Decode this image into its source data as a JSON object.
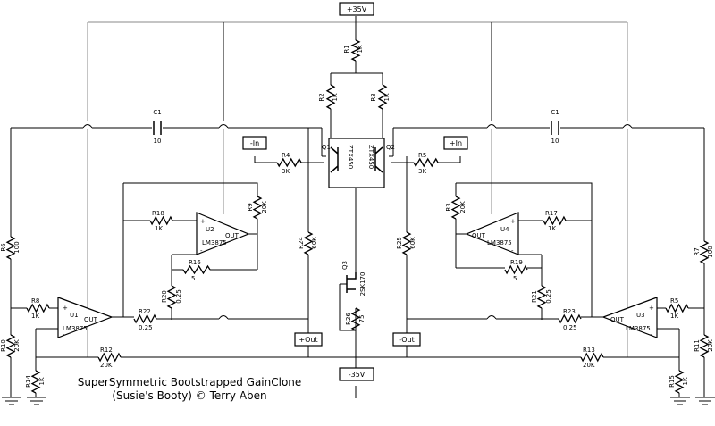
{
  "title": "SuperSymmetric Bootstrapped GainClone",
  "subtitle": "(Susie's Booty) © Terry Aben",
  "rails": {
    "positive": "+35V",
    "negative": "-35V"
  },
  "ports": {
    "in_neg": "-In",
    "in_pos": "+In",
    "out_pos": "+Out",
    "out_neg": "-Out"
  },
  "transistors": {
    "q1": {
      "ref": "Q1",
      "part": "ZTX450"
    },
    "q2": {
      "ref": "Q2",
      "part": "ZTX450"
    },
    "q3": {
      "ref": "Q3",
      "part": "2SK170"
    }
  },
  "opamps": {
    "u1": {
      "ref": "U1",
      "part": "LM3875"
    },
    "u2": {
      "ref": "U2",
      "part": "LM3875"
    },
    "u3": {
      "ref": "U3",
      "part": "LM3875"
    },
    "u4": {
      "ref": "U4",
      "part": "LM3875"
    },
    "out": "OUT",
    "plus": "+",
    "minus": "-"
  },
  "capacitors": [
    {
      "ref": "C1",
      "value": "10"
    },
    {
      "ref": "C1",
      "value": "10"
    }
  ],
  "resistors": {
    "r1": {
      "ref": "R1",
      "value": "1K"
    },
    "r2": {
      "ref": "R2",
      "value": "1K"
    },
    "r3": {
      "ref": "R3",
      "value": "1K"
    },
    "r4": {
      "ref": "R4",
      "value": "3K"
    },
    "r5": {
      "ref": "R5",
      "value": "3K"
    },
    "r6": {
      "ref": "R6",
      "value": "100"
    },
    "r7": {
      "ref": "R7",
      "value": "100"
    },
    "r8": {
      "ref": "R8",
      "value": "1K"
    },
    "r9": {
      "ref": "R9",
      "value": "20K"
    },
    "r10": {
      "ref": "R10",
      "value": "20K"
    },
    "r11": {
      "ref": "R11",
      "value": "20K"
    },
    "r12": {
      "ref": "R12",
      "value": "20K"
    },
    "r13": {
      "ref": "R13",
      "value": "20K"
    },
    "r14": {
      "ref": "R14",
      "value": "1K"
    },
    "r15": {
      "ref": "R15",
      "value": "1K"
    },
    "r16": {
      "ref": "R16",
      "value": "5"
    },
    "r17": {
      "ref": "R17",
      "value": "1K"
    },
    "r18": {
      "ref": "R18",
      "value": "1K"
    },
    "r19": {
      "ref": "R19",
      "value": "5"
    },
    "r20": {
      "ref": "R20",
      "value": "0.25"
    },
    "r21": {
      "ref": "R21",
      "value": "0.25"
    },
    "r22": {
      "ref": "R22",
      "value": "0.25"
    },
    "r23": {
      "ref": "R23",
      "value": "0.25"
    },
    "r24": {
      "ref": "R24",
      "value": "60K"
    },
    "r25": {
      "ref": "R25",
      "value": "60K"
    },
    "r26": {
      "ref": "R26",
      "value": "75"
    },
    "r3b": {
      "ref": "R3",
      "value": "20K"
    },
    "r5b": {
      "ref": "R5",
      "value": "1K"
    }
  }
}
